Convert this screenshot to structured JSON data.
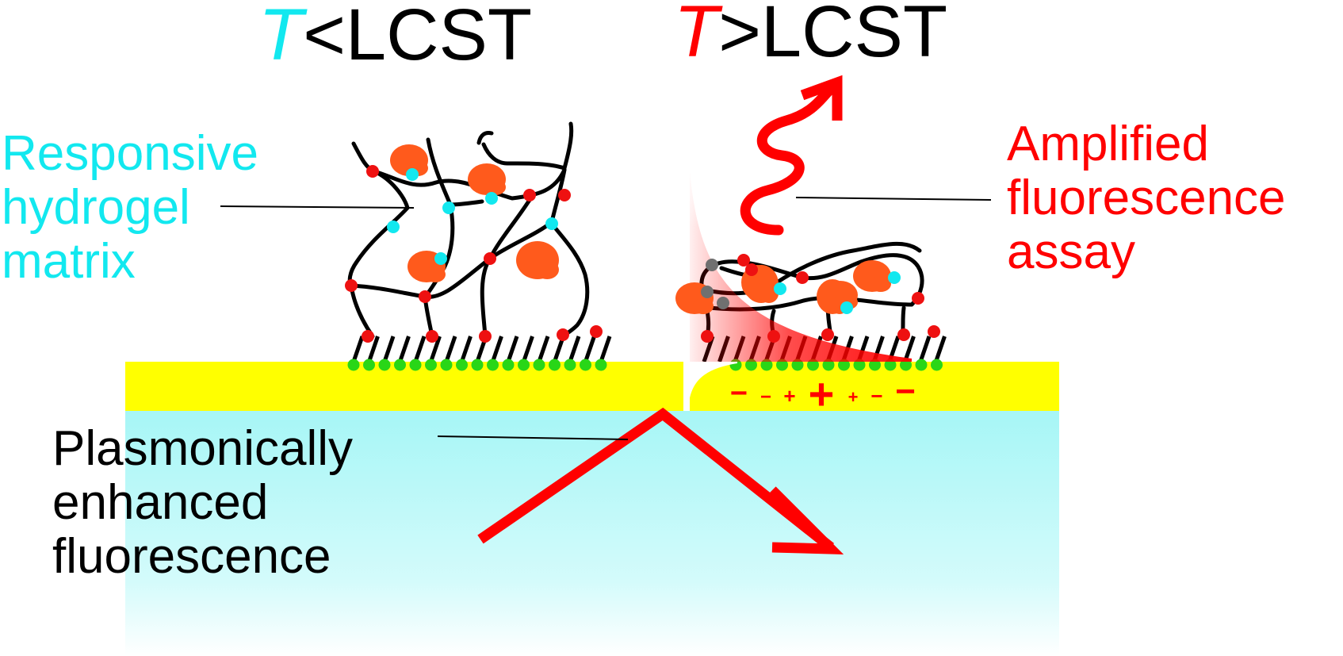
{
  "colors": {
    "cold": "#12e8ef",
    "hot": "#ff0000",
    "text": "#000000",
    "gold_layer": "#ffff00",
    "substrate": "#a6f6f6",
    "anchor_dot": "#29d617",
    "protein": "#ff5a1c",
    "crosslink": "#ee1111",
    "collapsed_dot": "#707070"
  },
  "headers": {
    "cold_symbol": "T",
    "cold_relation": "<LCST",
    "hot_symbol": "T",
    "hot_relation": ">LCST"
  },
  "labels": {
    "hydrogel": {
      "line1": "Responsive",
      "line2": "hydrogel",
      "line3": "matrix"
    },
    "amplified": {
      "line1": "Amplified",
      "line2": "fluorescence",
      "line3": "assay"
    },
    "plasmonic": {
      "line1": "Plasmonically",
      "line2": "enhanced",
      "line3": "fluorescence"
    }
  },
  "charge_signs": [
    "−",
    "−",
    "+",
    "+",
    "+",
    "−",
    "−"
  ],
  "icons": {
    "emission": "wavy-emission-arrow-icon",
    "excitation": "reflected-light-arrow-icon",
    "field": "evanescent-field-icon"
  }
}
